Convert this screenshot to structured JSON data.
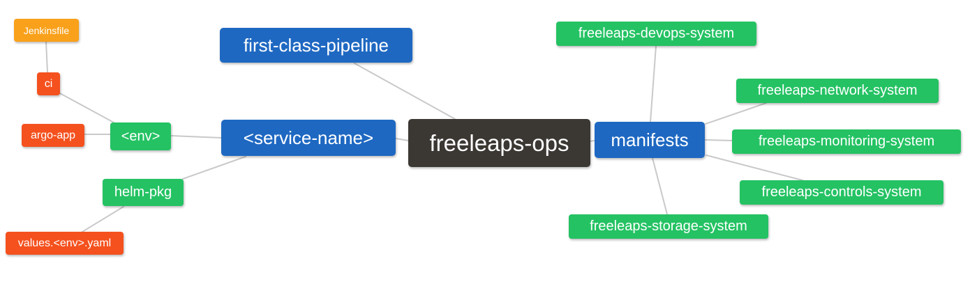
{
  "diagram": {
    "type": "mindmap",
    "root_label": "freeleaps-ops",
    "edges": [
      [
        "freeleaps-ops",
        "first-class-pipeline"
      ],
      [
        "freeleaps-ops",
        "<service-name>"
      ],
      [
        "freeleaps-ops",
        "manifests"
      ],
      [
        "<service-name>",
        "<env>"
      ],
      [
        "<service-name>",
        "helm-pkg"
      ],
      [
        "<env>",
        "ci"
      ],
      [
        "<env>",
        "argo-app"
      ],
      [
        "ci",
        "Jenkinsfile"
      ],
      [
        "helm-pkg",
        "values.<env>.yaml"
      ],
      [
        "manifests",
        "freeleaps-devops-system"
      ],
      [
        "manifests",
        "freeleaps-network-system"
      ],
      [
        "manifests",
        "freeleaps-monitoring-system"
      ],
      [
        "manifests",
        "freeleaps-controls-system"
      ],
      [
        "manifests",
        "freeleaps-storage-system"
      ]
    ]
  },
  "nodes": {
    "root": {
      "label": "freeleaps-ops"
    },
    "pipeline": {
      "label": "first-class-pipeline"
    },
    "service_name": {
      "label": "<service-name>"
    },
    "manifests": {
      "label": "manifests"
    },
    "env": {
      "label": "<env>"
    },
    "helm_pkg": {
      "label": "helm-pkg"
    },
    "ci": {
      "label": "ci"
    },
    "argo_app": {
      "label": "argo-app"
    },
    "jenkinsfile": {
      "label": "Jenkinsfile"
    },
    "values_yaml": {
      "label": "values.<env>.yaml"
    },
    "devops_system": {
      "label": "freeleaps-devops-system"
    },
    "network_system": {
      "label": "freeleaps-network-system"
    },
    "monitoring_system": {
      "label": "freeleaps-monitoring-system"
    },
    "controls_system": {
      "label": "freeleaps-controls-system"
    },
    "storage_system": {
      "label": "freeleaps-storage-system"
    }
  },
  "colors": {
    "background": "#ffffff",
    "root_bg": "#3b3733",
    "level1_bg": "#1e68c2",
    "level2_bg": "#24c263",
    "level3_bg": "#f4511e",
    "level4_bg": "#f9a11b",
    "text": "#ffffff",
    "edge": "#c9c9c9"
  }
}
